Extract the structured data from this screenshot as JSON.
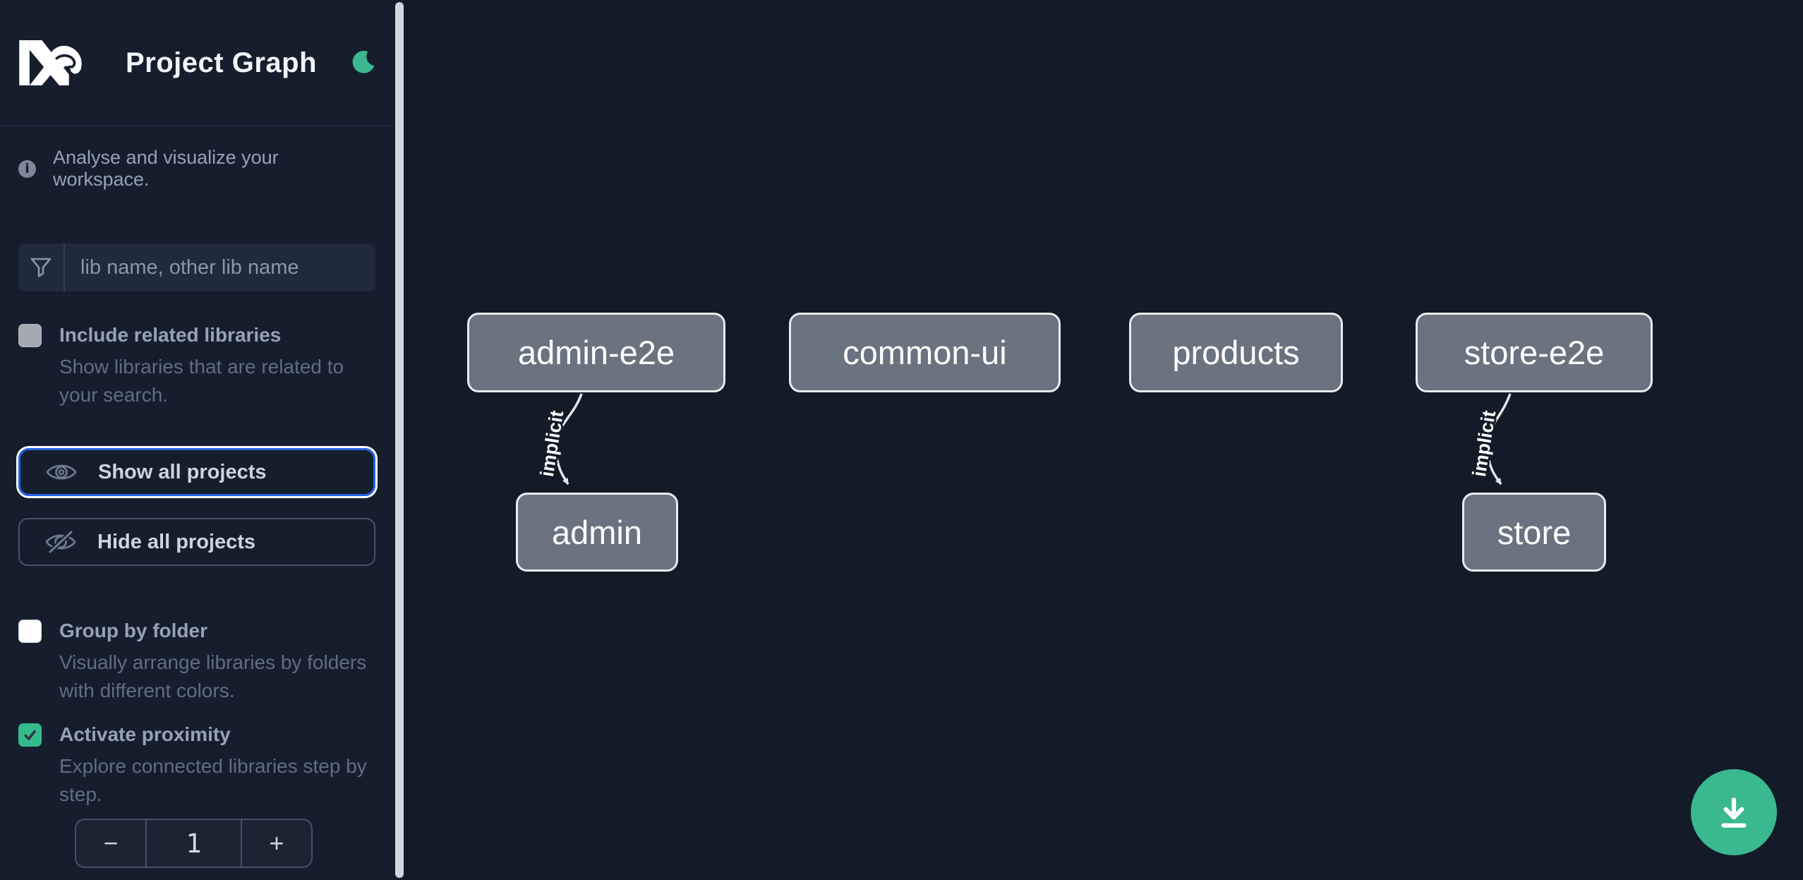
{
  "app": {
    "title": "Project Graph"
  },
  "sidebar": {
    "info_text": "Analyse and visualize your workspace.",
    "filter": {
      "placeholder": "lib name, other lib name"
    },
    "options": [
      {
        "label": "Include related libraries",
        "description": "Show libraries that are related to your search.",
        "checked": false,
        "disabled": true
      },
      {
        "label": "Group by folder",
        "description": "Visually arrange libraries by folders with different colors.",
        "checked": false,
        "disabled": false
      },
      {
        "label": "Activate proximity",
        "description": "Explore connected libraries step by step.",
        "checked": true,
        "disabled": false
      }
    ],
    "actions": [
      {
        "label": "Show all projects",
        "focused": true
      },
      {
        "label": "Hide all projects",
        "focused": false
      }
    ],
    "stepper": {
      "decrement_label": "−",
      "value": "1",
      "increment_label": "+"
    }
  },
  "graph": {
    "nodes": [
      {
        "label": "admin-e2e"
      },
      {
        "label": "common-ui"
      },
      {
        "label": "products"
      },
      {
        "label": "store-e2e"
      },
      {
        "label": "admin"
      },
      {
        "label": "store"
      }
    ],
    "edges": [
      {
        "source": "admin-e2e",
        "target": "admin",
        "label": "implicit"
      },
      {
        "source": "store-e2e",
        "target": "store",
        "label": "implicit"
      }
    ]
  },
  "colors": {
    "accent_green": "#3ab890",
    "focus_blue": "#2563eb",
    "node_fill": "#6b7280",
    "node_border": "#e9ebee",
    "edge": "#e3e6ea",
    "sidebar_bg": "#161e2e",
    "canvas_bg": "#131a28"
  }
}
